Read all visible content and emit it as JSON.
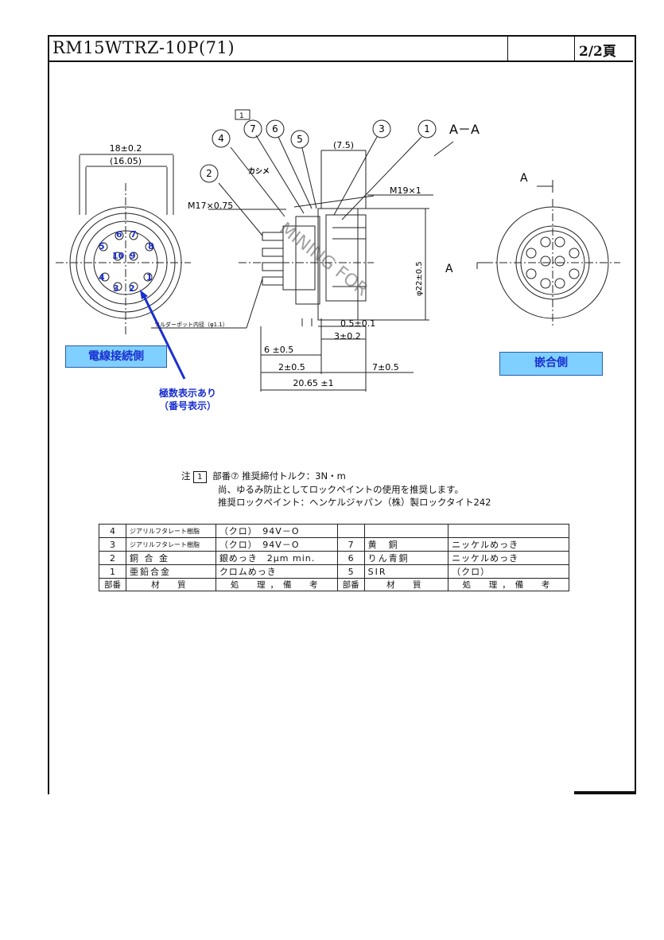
{
  "header": {
    "title": "RM15WTRZ-10P(71)",
    "page": "2/2頁"
  },
  "drawing": {
    "left_view": {
      "dim_outer": "18±0.2",
      "dim_inner": "(16.05)",
      "pins": [
        "6",
        "7",
        "5",
        "8",
        "10",
        "9",
        "4",
        "1",
        "3",
        "2"
      ]
    },
    "section": {
      "arrow_label": "1",
      "callouts": [
        "1",
        "2",
        "3",
        "4",
        "5",
        "6",
        "7"
      ],
      "section_title": "A－A",
      "thread_rear": "M17×0.75",
      "thread_front": "M19×1",
      "dim_top": "(7.5)",
      "dim_dia": "φ22±0.5",
      "dim_a": "0.5±0.1",
      "dim_b": "3±0.2",
      "dim_c": "6 ±0.5",
      "dim_d": "2±0.5",
      "dim_e": "7±0.5",
      "dim_f": "20.65 ±1",
      "solder_note": "ソルダーポット内径（φ1.1）",
      "katsume": "カシメ",
      "watermark": "MINING FOR"
    },
    "right_view": {
      "marker_top": "A",
      "marker_side": "A"
    }
  },
  "labels": {
    "wire_side": "電線接続側",
    "mating_side": "嵌合側",
    "pin_note_line1": "極数表示あり",
    "pin_note_line2": "（番号表示）"
  },
  "notes": {
    "prefix": "注",
    "box": "1",
    "line1": "部番⑦ 推奨締付トルク：3N・m",
    "line2": "尚、ゆるみ防止としてロックペイントの使用を推奨します。",
    "line3": "推奨ロックペイント：ヘンケルジャパン（株）製ロックタイト242"
  },
  "material_table": {
    "rows": [
      {
        "no_l": "4",
        "mat_l": "ジアリルフタレート樹脂",
        "trt_l": "（クロ）　94V－O",
        "no_r": "",
        "mat_r": "",
        "trt_r": ""
      },
      {
        "no_l": "3",
        "mat_l": "ジアリルフタレート樹脂",
        "trt_l": "（クロ）　94V－O",
        "no_r": "7",
        "mat_r": "黄　銅",
        "trt_r": "ニッケルめっき"
      },
      {
        "no_l": "2",
        "mat_l": "銅 合 金",
        "trt_l": "銀めっき　2μm min.",
        "no_r": "6",
        "mat_r": "りん青銅",
        "trt_r": "ニッケルめっき"
      },
      {
        "no_l": "1",
        "mat_l": "亜鉛合金",
        "trt_l": "クロムめっき",
        "no_r": "5",
        "mat_r": "SIR",
        "trt_r": "（クロ）"
      }
    ],
    "header": {
      "no": "部番",
      "mat": "材　質",
      "trt": "処　理，備　考"
    }
  }
}
